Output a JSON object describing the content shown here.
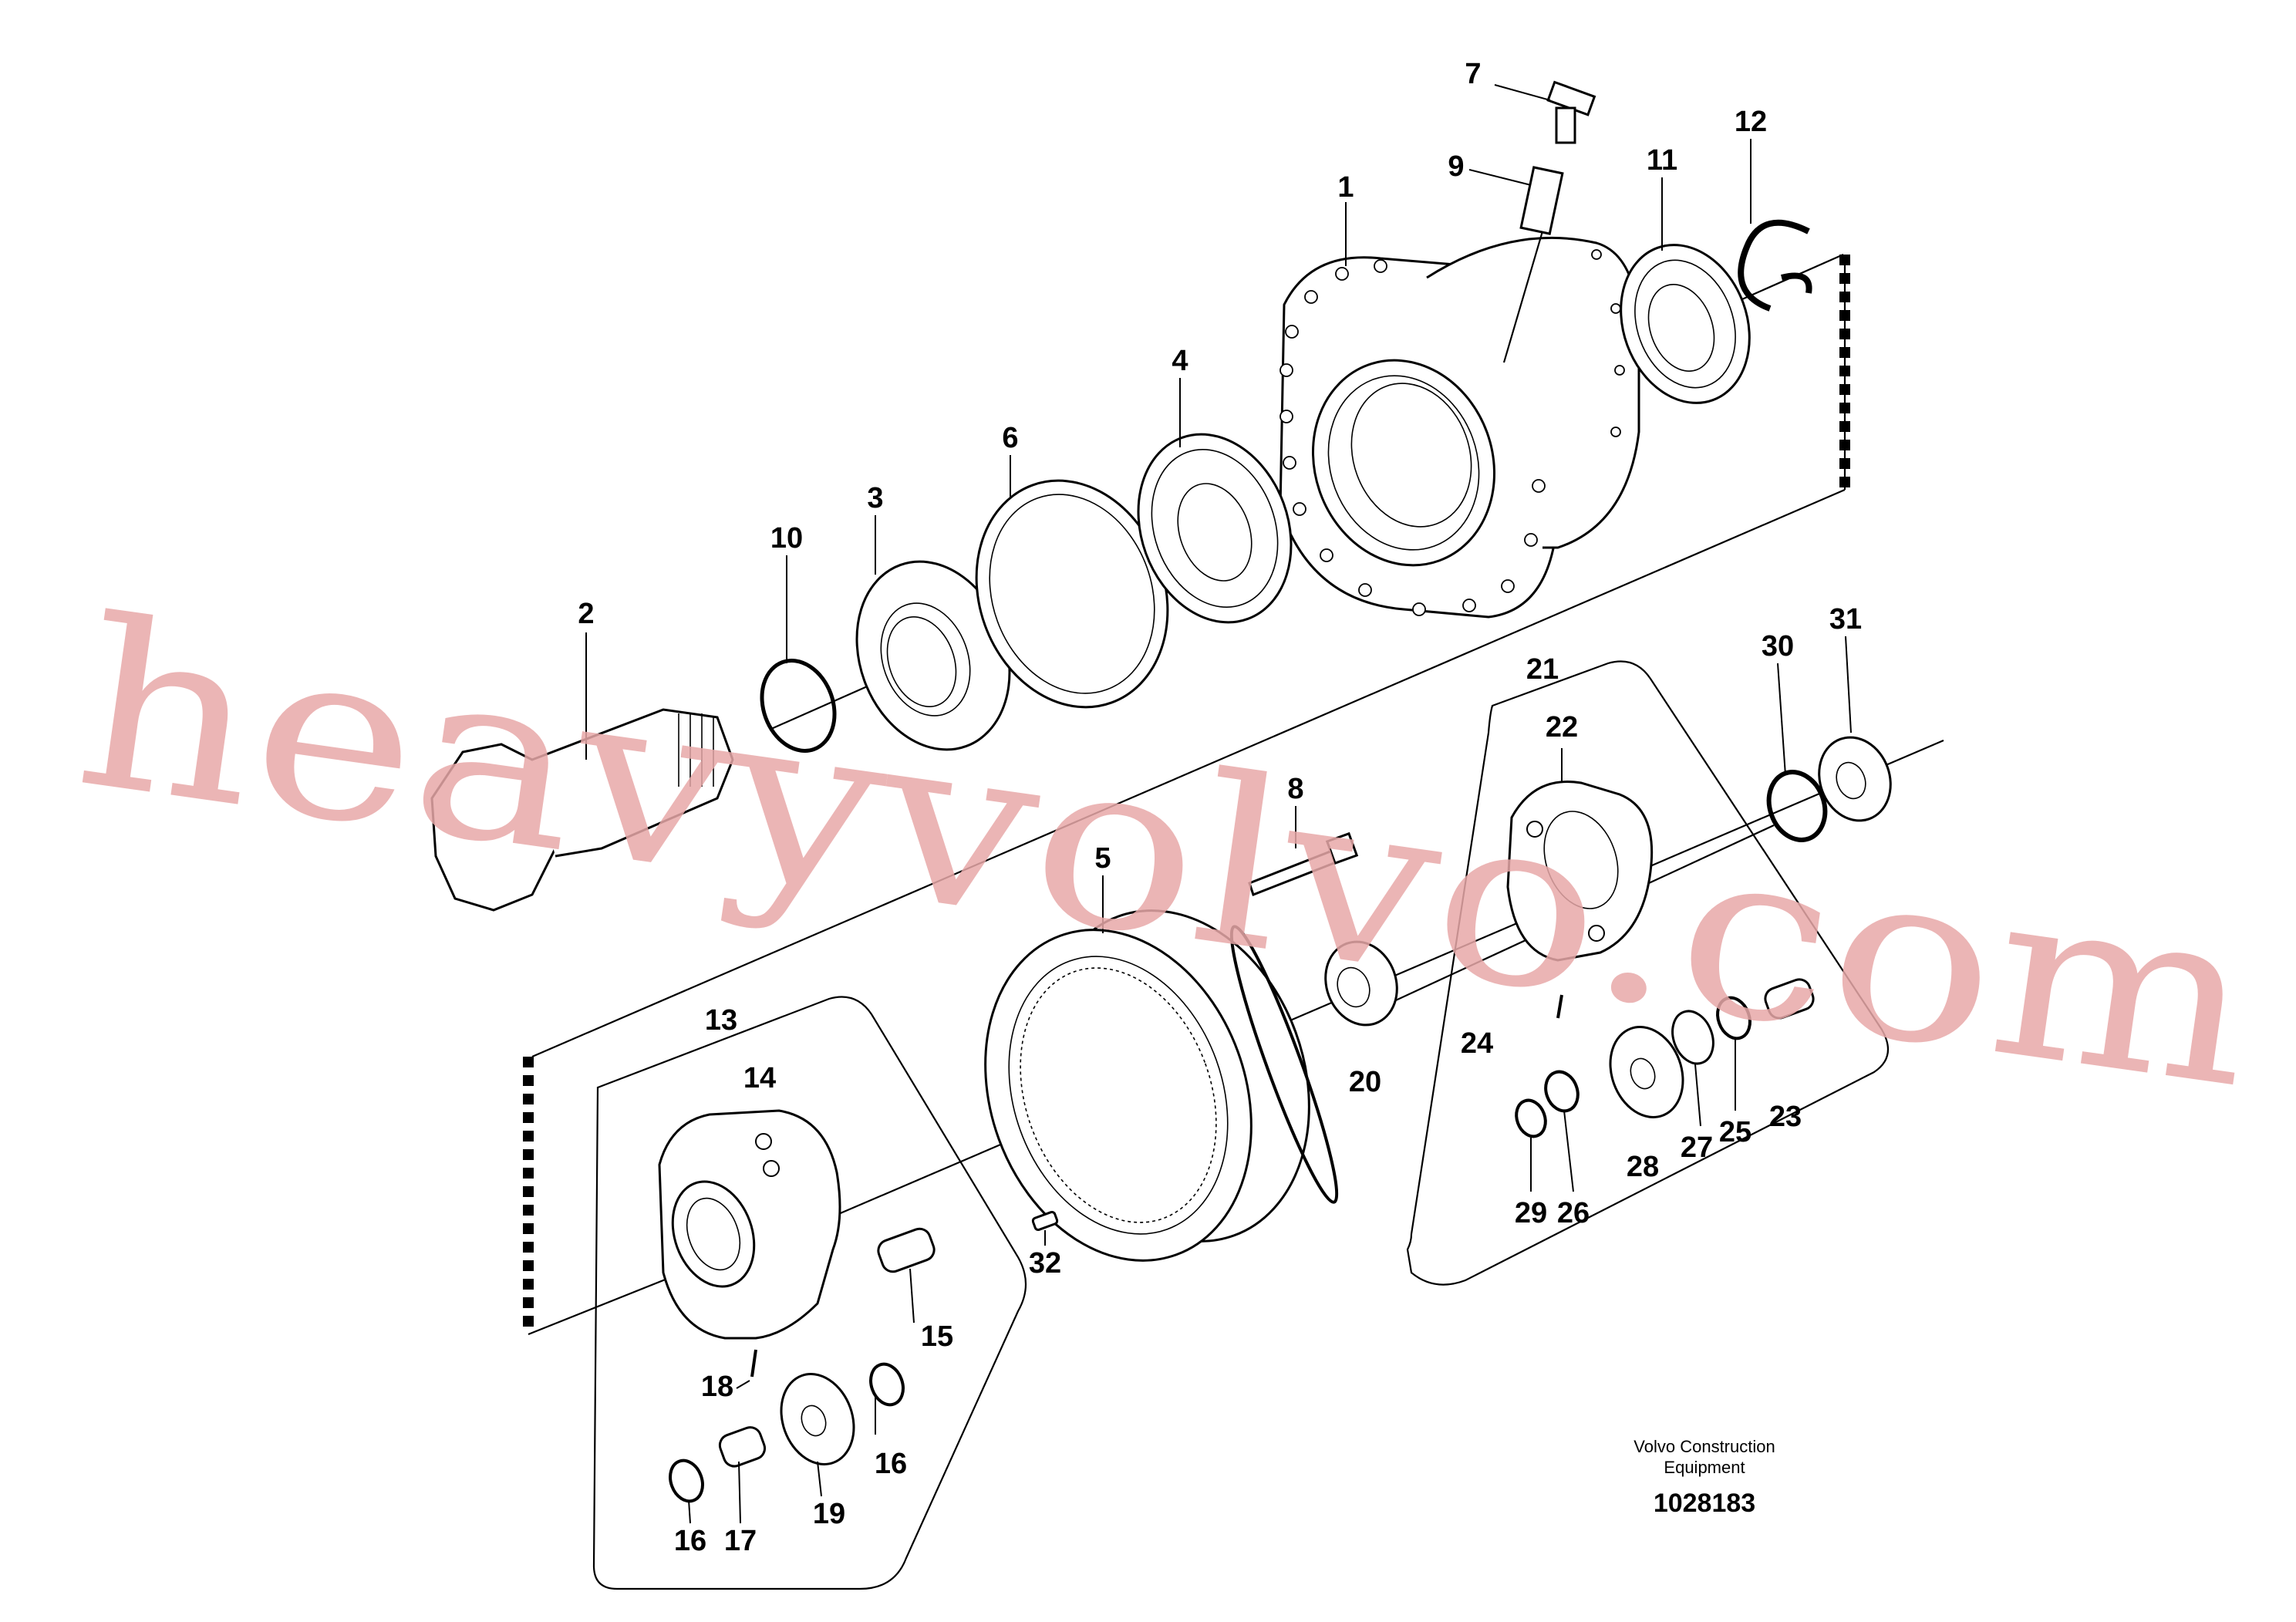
{
  "diagram": {
    "part_labels": [
      "1",
      "2",
      "3",
      "4",
      "5",
      "6",
      "7",
      "8",
      "9",
      "10",
      "11",
      "12",
      "13",
      "14",
      "15",
      "16",
      "16",
      "17",
      "18",
      "19",
      "20",
      "21",
      "22",
      "23",
      "24",
      "25",
      "26",
      "27",
      "28",
      "29",
      "30",
      "31",
      "32"
    ],
    "caption_line1": "Volvo Construction",
    "caption_line2": "Equipment",
    "document_number": "1028183",
    "watermark": "heavyvolvo.com"
  }
}
